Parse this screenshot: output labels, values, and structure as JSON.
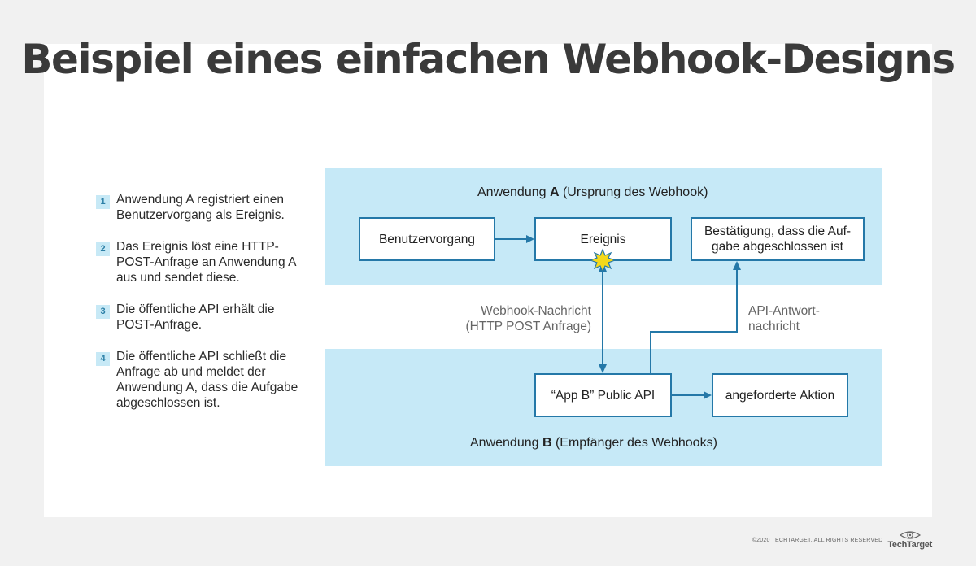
{
  "title": "Beispiel eines einfachen Webhook-Designs",
  "steps": [
    {
      "num": "1",
      "text": "Anwendung A registriert einen Benutzervorgang als Ereignis."
    },
    {
      "num": "2",
      "text": "Das Ereignis löst eine HTTP-POST-Anfrage an Anwendung A aus und sendet diese."
    },
    {
      "num": "3",
      "text": "Die öffentliche API erhält die POST-Anfrage."
    },
    {
      "num": "4",
      "text": "Die öffentliche API schließt die Anfrage ab und meldet der Anwendung A, dass die Aufgabe abgeschlossen ist."
    }
  ],
  "app_a": {
    "label_pre": "Anwendung ",
    "label_bold": "A",
    "label_post": " (Ursprung des Webhook)",
    "boxes": {
      "user_action": "Benutzervorgang",
      "event": "Ereignis",
      "confirmation_line1": "Bestätigung, dass die Auf-",
      "confirmation_line2": "gabe abgeschlossen ist"
    }
  },
  "app_b": {
    "label_pre": "Anwendung ",
    "label_bold": "B",
    "label_post": " (Empfänger des Webhooks)",
    "boxes": {
      "public_api": "“App B” Public API",
      "requested_action": "angeforderte Aktion"
    }
  },
  "messages": {
    "webhook_line1": "Webhook-Nachricht",
    "webhook_line2": "(HTTP POST Anfrage)",
    "api_response_line1": "API-Antwort-",
    "api_response_line2": "nachricht"
  },
  "footer": {
    "copyright": "©2020 TECHTARGET. ALL RIGHTS RESERVED",
    "brand": "TechTarget"
  },
  "colors": {
    "band": "#c6e9f7",
    "box_border": "#2478a8",
    "connector": "#2478a8",
    "spark": "#f5d91a"
  }
}
